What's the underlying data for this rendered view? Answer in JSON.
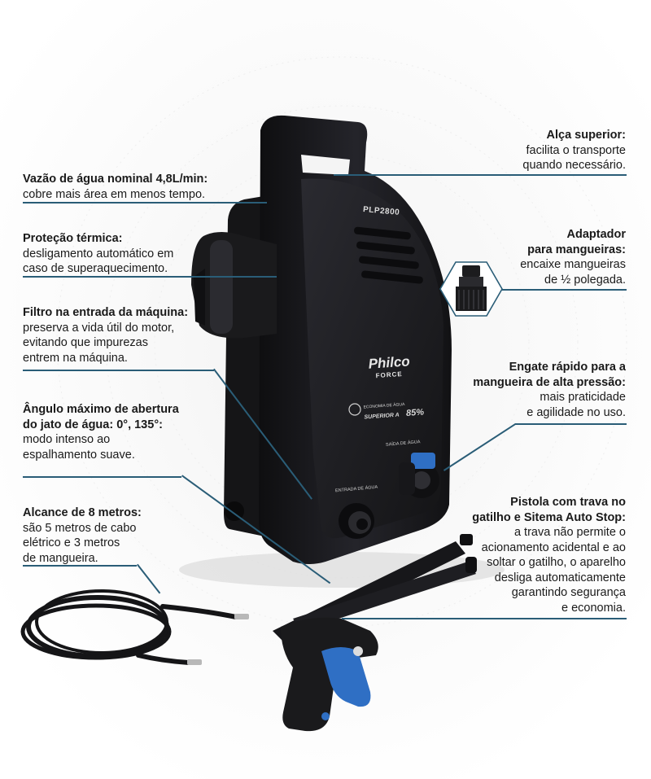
{
  "product": {
    "brand": "Philco",
    "brand_sub": "FORCE",
    "model": "PLP2800",
    "economy_label": "ECONOMIA DE ÁGUA",
    "economy_grade": "SUPERIOR A",
    "economy_value": "85%",
    "outlet_label": "SAÍDA DE ÁGUA",
    "inlet_label": "ENTRADA DE ÁGUA"
  },
  "callouts": {
    "handle": {
      "title": "Alça superior:",
      "desc": [
        "facilita o transporte",
        "quando necessário."
      ]
    },
    "flow": {
      "title": "Vazão de água nominal 4,8L/min:",
      "desc": [
        "cobre mais área em menos tempo."
      ]
    },
    "adapter": {
      "title": [
        "Adaptador",
        "para mangueiras:"
      ],
      "desc": [
        "encaixe mangueiras",
        "de ½ polegada."
      ]
    },
    "thermal": {
      "title": "Proteção térmica:",
      "desc": [
        "desligamento automático em",
        "caso de superaquecimento."
      ]
    },
    "filter": {
      "title": "Filtro na entrada da máquina:",
      "desc": [
        "preserva a vida útil do motor,",
        "evitando que impurezas",
        "entrem na máquina."
      ]
    },
    "quick": {
      "title": [
        "Engate rápido para a",
        "mangueira de alta pressão:"
      ],
      "desc": [
        "mais praticidade",
        "e agilidade no uso."
      ]
    },
    "angle": {
      "title": [
        "Ângulo máximo de abertura",
        "do jato de água: 0°, 135°:"
      ],
      "desc": [
        "modo intenso ao",
        "espalhamento suave."
      ]
    },
    "gun": {
      "title": [
        "Pistola com trava no",
        "gatilho e Sitema Auto Stop:"
      ],
      "desc": [
        "a trava não permite o",
        "acionamento acidental e ao",
        "soltar o gatilho, o aparelho",
        "desliga automaticamente",
        "garantindo segurança",
        "e economia."
      ]
    },
    "reach": {
      "title": "Alcance de 8 metros:",
      "desc": [
        "são 5 metros de cabo",
        "elétrico e 3 metros",
        "de mangueira."
      ]
    }
  },
  "colors": {
    "accent_line": "#2a5d77",
    "body": "#1c1c1e",
    "blue_part": "#2f6fc4"
  }
}
